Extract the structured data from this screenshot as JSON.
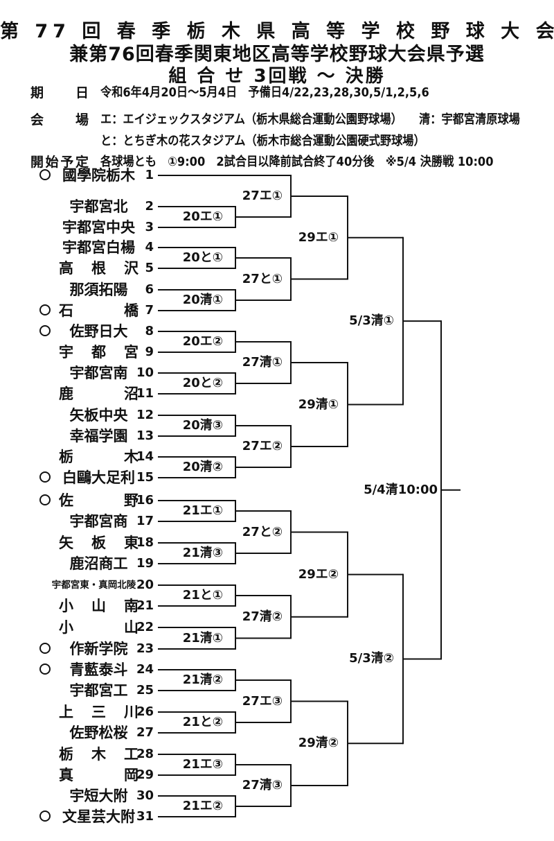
{
  "title": {
    "line1": "第 77 回 春 季 栃 木 県 高 等 学 校 野 球 大 会",
    "line2": "兼第76回春季関東地区高等学校野球大会県予選",
    "line3": "組 合 せ 3回戦 ～ 決勝"
  },
  "schedule": {
    "label": "期日",
    "text": "令和6年4月20日～5月4日　予備日4/22,23,28,30,5/1,2,5,6"
  },
  "venue": {
    "label": "会場",
    "line1": "エ：エイジェックスタジアム（栃木県総合運動公園野球場）　　清：宇都宮清原球場",
    "line2": "と：とちぎ木の花スタジアム（栃木市総合運動公園硬式野球場）"
  },
  "start": {
    "label": "開始予定",
    "text": "各球場とも　①9:00　2試合目以降前試合終了40分後　※5/4 決勝戦 10:00"
  },
  "bracket": {
    "teams": [
      {
        "no": "1",
        "name": "國學院栃木",
        "seed": true
      },
      {
        "no": "2",
        "name": "宇都宮北"
      },
      {
        "no": "3",
        "name": "宇都宮中央"
      },
      {
        "no": "4",
        "name": "宇都宮白楊"
      },
      {
        "no": "5",
        "name": "高根沢"
      },
      {
        "no": "6",
        "name": "那須拓陽"
      },
      {
        "no": "7",
        "name": "石橋",
        "seed": true
      },
      {
        "no": "8",
        "name": "佐野日大",
        "seed": true
      },
      {
        "no": "9",
        "name": "宇都宮"
      },
      {
        "no": "10",
        "name": "宇都宮南"
      },
      {
        "no": "11",
        "name": "鹿沼"
      },
      {
        "no": "12",
        "name": "矢板中央"
      },
      {
        "no": "13",
        "name": "幸福学園"
      },
      {
        "no": "14",
        "name": "栃木"
      },
      {
        "no": "15",
        "name": "白鷗大足利",
        "seed": true
      },
      {
        "no": "16",
        "name": "佐野",
        "seed": true
      },
      {
        "no": "17",
        "name": "宇都宮商"
      },
      {
        "no": "18",
        "name": "矢板東"
      },
      {
        "no": "19",
        "name": "鹿沼商工"
      },
      {
        "no": "20",
        "name": "宇都宮東・真岡北陵",
        "small": true
      },
      {
        "no": "21",
        "name": "小山南"
      },
      {
        "no": "22",
        "name": "小山"
      },
      {
        "no": "23",
        "name": "作新学院",
        "seed": true
      },
      {
        "no": "24",
        "name": "青藍泰斗",
        "seed": true
      },
      {
        "no": "25",
        "name": "宇都宮工"
      },
      {
        "no": "26",
        "name": "上三川"
      },
      {
        "no": "27",
        "name": "佐野松桜"
      },
      {
        "no": "28",
        "name": "栃木工"
      },
      {
        "no": "29",
        "name": "真岡"
      },
      {
        "no": "30",
        "name": "宇短大附"
      },
      {
        "no": "31",
        "name": "文星芸大附",
        "seed": true
      }
    ],
    "rounds": [
      [
        {
          "id": "r1m1",
          "label": "20エ①",
          "top": "t2",
          "bottom": "t3"
        },
        {
          "id": "r1m2",
          "label": "20と①",
          "top": "t4",
          "bottom": "t5"
        },
        {
          "id": "r1m3",
          "label": "20清①",
          "top": "t6",
          "bottom": "t7"
        },
        {
          "id": "r1m4",
          "label": "20エ②",
          "top": "t8",
          "bottom": "t9"
        },
        {
          "id": "r1m5",
          "label": "20と②",
          "top": "t10",
          "bottom": "t11"
        },
        {
          "id": "r1m6",
          "label": "20清③",
          "top": "t12",
          "bottom": "t13"
        },
        {
          "id": "r1m7",
          "label": "20清②",
          "top": "t14",
          "bottom": "t15"
        },
        {
          "id": "r1m8",
          "label": "21エ①",
          "top": "t16",
          "bottom": "t17"
        },
        {
          "id": "r1m9",
          "label": "21清③",
          "top": "t18",
          "bottom": "t19"
        },
        {
          "id": "r1m10",
          "label": "21と①",
          "top": "t20",
          "bottom": "t21"
        },
        {
          "id": "r1m11",
          "label": "21清①",
          "top": "t22",
          "bottom": "t23"
        },
        {
          "id": "r1m12",
          "label": "21清②",
          "top": "t24",
          "bottom": "t25"
        },
        {
          "id": "r1m13",
          "label": "21と②",
          "top": "t26",
          "bottom": "t27"
        },
        {
          "id": "r1m14",
          "label": "21エ③",
          "top": "t28",
          "bottom": "t29"
        },
        {
          "id": "r1m15",
          "label": "21エ②",
          "top": "t30",
          "bottom": "t31"
        }
      ],
      [
        {
          "id": "r2m1",
          "label": "27エ①",
          "top": "t1",
          "bottom": "r1m1"
        },
        {
          "id": "r2m2",
          "label": "27と①",
          "top": "r1m2",
          "bottom": "r1m3"
        },
        {
          "id": "r2m3",
          "label": "27清①",
          "top": "r1m4",
          "bottom": "r1m5"
        },
        {
          "id": "r2m4",
          "label": "27エ②",
          "top": "r1m6",
          "bottom": "r1m7"
        },
        {
          "id": "r2m5",
          "label": "27と②",
          "top": "r1m8",
          "bottom": "r1m9"
        },
        {
          "id": "r2m6",
          "label": "27清②",
          "top": "r1m10",
          "bottom": "r1m11"
        },
        {
          "id": "r2m7",
          "label": "27エ③",
          "top": "r1m12",
          "bottom": "r1m13"
        },
        {
          "id": "r2m8",
          "label": "27清③",
          "top": "r1m14",
          "bottom": "r1m15"
        }
      ],
      [
        {
          "id": "r3m1",
          "label": "29エ①",
          "top": "r2m1",
          "bottom": "r2m2"
        },
        {
          "id": "r3m2",
          "label": "29清①",
          "top": "r2m3",
          "bottom": "r2m4"
        },
        {
          "id": "r3m3",
          "label": "29エ②",
          "top": "r2m5",
          "bottom": "r2m6"
        },
        {
          "id": "r3m4",
          "label": "29清②",
          "top": "r2m7",
          "bottom": "r2m8"
        }
      ],
      [
        {
          "id": "r4m1",
          "label": "5/3清①",
          "top": "r3m1",
          "bottom": "r3m2"
        },
        {
          "id": "r4m2",
          "label": "5/3清②",
          "top": "r3m3",
          "bottom": "r3m4"
        }
      ],
      [
        {
          "id": "r5m1",
          "label": "5/4清10:00",
          "top": "r4m1",
          "bottom": "r4m2"
        }
      ]
    ]
  }
}
